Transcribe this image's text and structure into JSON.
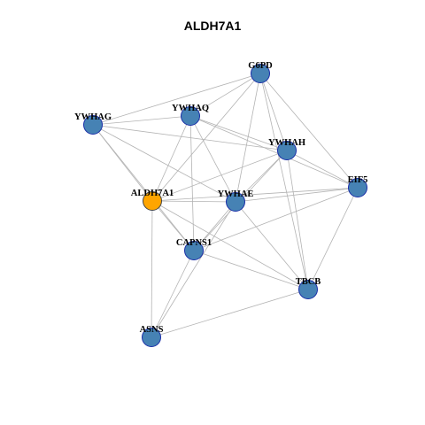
{
  "title": "ALDH7A1",
  "colors": {
    "node_default": "#4682b4",
    "node_highlight": "#ffa500",
    "edge": "#b3b3b3"
  },
  "nodes": [
    {
      "id": "G6PD",
      "label": "G6PD",
      "highlight": false
    },
    {
      "id": "YWHAG",
      "label": "YWHAG",
      "highlight": false
    },
    {
      "id": "YWHAQ",
      "label": "YWHAQ",
      "highlight": false
    },
    {
      "id": "YWHAH",
      "label": "YWHAH",
      "highlight": false
    },
    {
      "id": "EIF5",
      "label": "EIF5",
      "highlight": false
    },
    {
      "id": "ALDH7A1",
      "label": "ALDH7A1",
      "highlight": true
    },
    {
      "id": "YWHAE",
      "label": "YWHAE",
      "highlight": false
    },
    {
      "id": "CAPNS1",
      "label": "CAPNS1",
      "highlight": false
    },
    {
      "id": "TBCB",
      "label": "TBCB",
      "highlight": false
    },
    {
      "id": "ASNS",
      "label": "ASNS",
      "highlight": false
    }
  ],
  "edges": [
    [
      "G6PD",
      "YWHAG"
    ],
    [
      "G6PD",
      "YWHAQ"
    ],
    [
      "G6PD",
      "YWHAH"
    ],
    [
      "G6PD",
      "EIF5"
    ],
    [
      "G6PD",
      "ALDH7A1"
    ],
    [
      "G6PD",
      "YWHAE"
    ],
    [
      "G6PD",
      "TBCB"
    ],
    [
      "YWHAG",
      "YWHAQ"
    ],
    [
      "YWHAG",
      "YWHAH"
    ],
    [
      "YWHAG",
      "ALDH7A1"
    ],
    [
      "YWHAG",
      "YWHAE"
    ],
    [
      "YWHAG",
      "CAPNS1"
    ],
    [
      "YWHAQ",
      "YWHAH"
    ],
    [
      "YWHAQ",
      "EIF5"
    ],
    [
      "YWHAQ",
      "ALDH7A1"
    ],
    [
      "YWHAQ",
      "YWHAE"
    ],
    [
      "YWHAQ",
      "CAPNS1"
    ],
    [
      "YWHAH",
      "EIF5"
    ],
    [
      "YWHAH",
      "ALDH7A1"
    ],
    [
      "YWHAH",
      "YWHAE"
    ],
    [
      "YWHAH",
      "CAPNS1"
    ],
    [
      "YWHAH",
      "TBCB"
    ],
    [
      "EIF5",
      "ALDH7A1"
    ],
    [
      "EIF5",
      "YWHAE"
    ],
    [
      "EIF5",
      "CAPNS1"
    ],
    [
      "EIF5",
      "TBCB"
    ],
    [
      "ALDH7A1",
      "YWHAE"
    ],
    [
      "ALDH7A1",
      "CAPNS1"
    ],
    [
      "ALDH7A1",
      "TBCB"
    ],
    [
      "ALDH7A1",
      "ASNS"
    ],
    [
      "YWHAE",
      "CAPNS1"
    ],
    [
      "YWHAE",
      "TBCB"
    ],
    [
      "YWHAE",
      "ASNS"
    ],
    [
      "CAPNS1",
      "TBCB"
    ],
    [
      "CAPNS1",
      "ASNS"
    ],
    [
      "TBCB",
      "ASNS"
    ]
  ]
}
